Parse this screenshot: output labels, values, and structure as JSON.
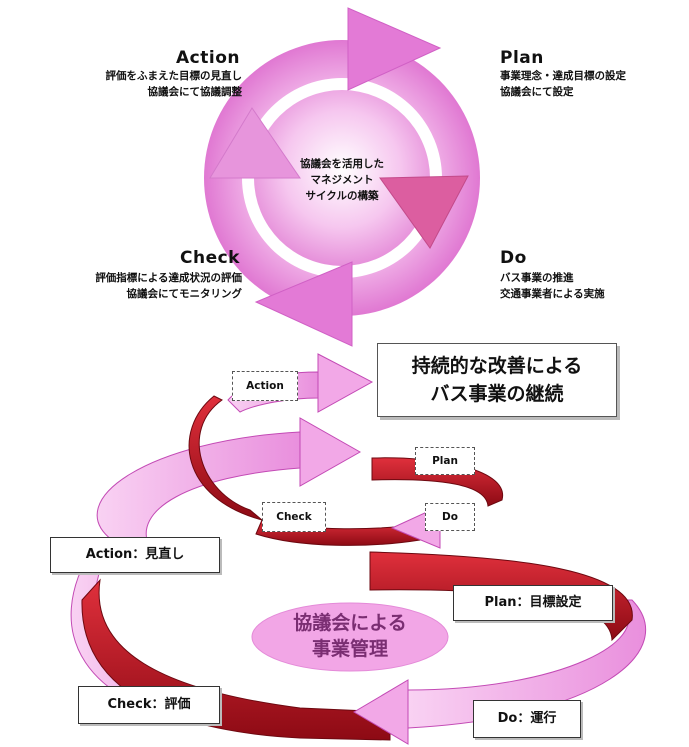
{
  "colors": {
    "pink_light": "#f7c8f0",
    "pink": "#e78ddb",
    "pink_dark": "#c35bb6",
    "red": "#c00f1e",
    "red_dark": "#7a0a12"
  },
  "cycle": {
    "center": [
      "協議会を活用した",
      "マネジメント",
      "サイクルの構築"
    ],
    "action": {
      "title": "Action",
      "lines": [
        "評価をふまえた目標の見直し",
        "協議会にて協議調整"
      ]
    },
    "plan": {
      "title": "Plan",
      "lines": [
        "事業理念・達成目標の設定",
        "協議会にて設定"
      ]
    },
    "check": {
      "title": "Check",
      "lines": [
        "評価指標による達成状況の評価",
        "協議会にてモニタリング"
      ]
    },
    "do": {
      "title": "Do",
      "lines": [
        "バス事業の推進",
        "交通事業者による実施"
      ]
    }
  },
  "spiral": {
    "goal": [
      "持続的な改善による",
      "バス事業の継続"
    ],
    "small": {
      "action": "Action",
      "plan": "Plan",
      "check": "Check",
      "do": "Do"
    },
    "large": {
      "action": "Action：見直し",
      "plan": "Plan：目標設定",
      "check": "Check：評価",
      "do": "Do：運行"
    },
    "council": [
      "協議会による",
      "事業管理"
    ]
  }
}
